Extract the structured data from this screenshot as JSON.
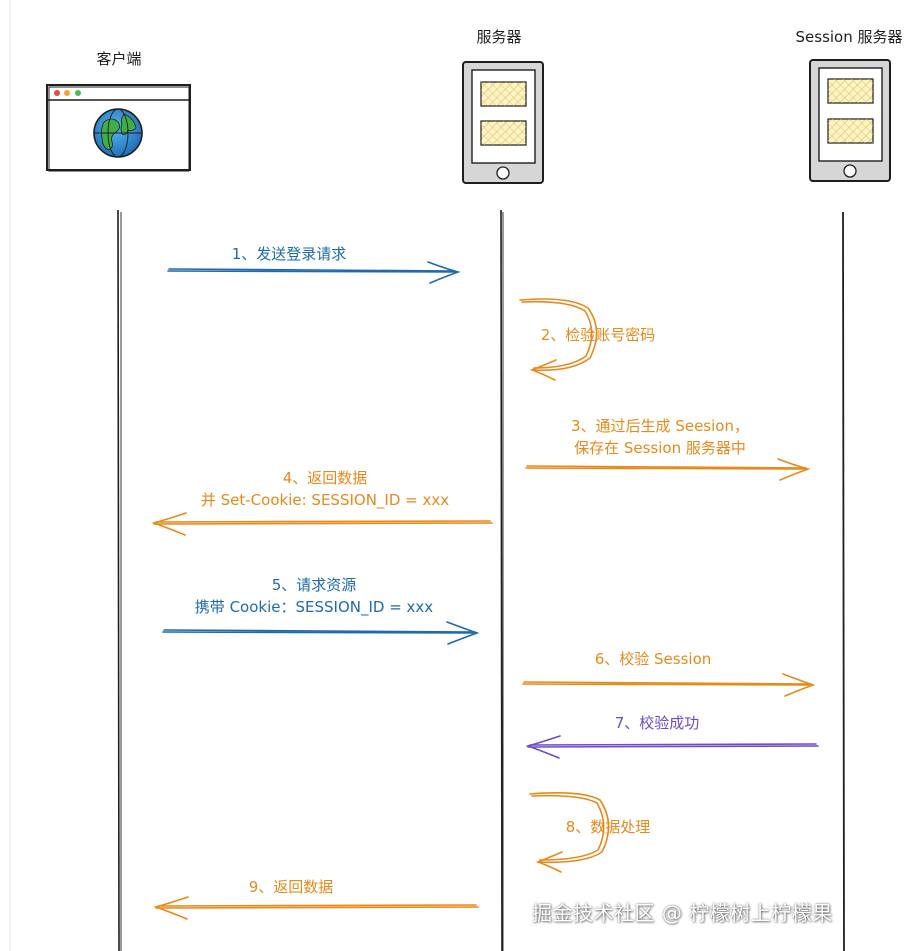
{
  "actors": [
    {
      "id": "client",
      "label": "客户端"
    },
    {
      "id": "server",
      "label": "服务器"
    },
    {
      "id": "session",
      "label": "Session 服务器"
    }
  ],
  "messages": [
    {
      "id": "m1",
      "lines": [
        "1、发送登录请求"
      ],
      "color": "#1c6bb0"
    },
    {
      "id": "m2",
      "lines": [
        "2、检验账号密码"
      ],
      "color": "#e8891a"
    },
    {
      "id": "m3",
      "lines": [
        "3、通过后生成 Seesion，",
        "保存在 Session 服务器中"
      ],
      "color": "#e8891a"
    },
    {
      "id": "m4",
      "lines": [
        "4、返回数据",
        "并 Set-Cookie: SESSION_ID = xxx"
      ],
      "color": "#e8891a"
    },
    {
      "id": "m5",
      "lines": [
        "5、请求资源",
        "携带 Cookie：SESSION_ID = xxx"
      ],
      "color": "#1c6bb0"
    },
    {
      "id": "m6",
      "lines": [
        "6、校验 Session"
      ],
      "color": "#e8891a"
    },
    {
      "id": "m7",
      "lines": [
        "7、校验成功"
      ],
      "color": "#6c4cc9"
    },
    {
      "id": "m8",
      "lines": [
        "8、数据处理"
      ],
      "color": "#e8891a"
    },
    {
      "id": "m9",
      "lines": [
        "9、返回数据"
      ],
      "color": "#e8891a"
    }
  ],
  "watermark": "掘金技术社区 @ 柠檬树上柠檬果",
  "colors": {
    "blue": "#1c6bb0",
    "orange": "#e8891a",
    "purple": "#6c4cc9",
    "line": "#1e1e1e",
    "device_fill": "#d6d6d6",
    "screen_fill": "#fdf3c9"
  }
}
